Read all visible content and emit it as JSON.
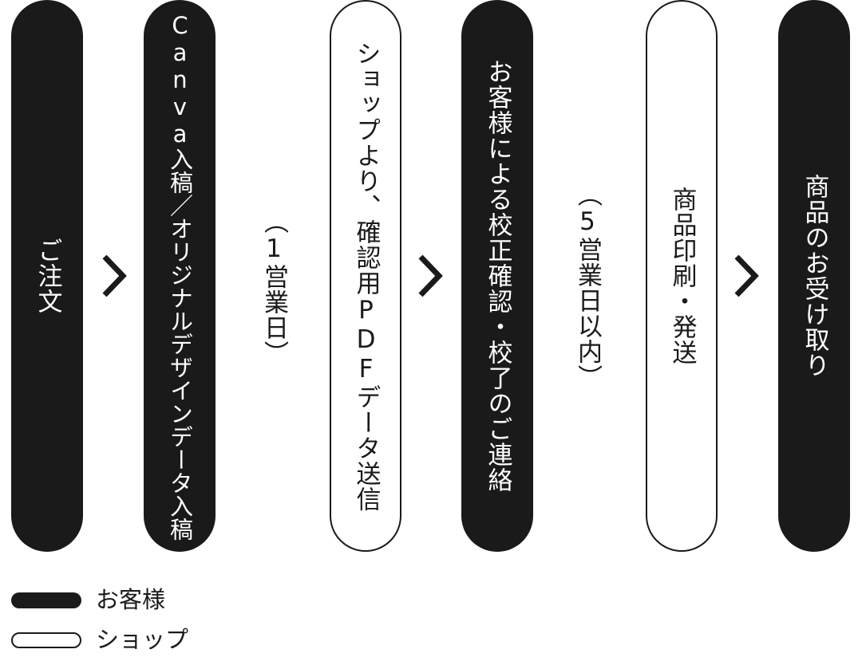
{
  "steps": [
    {
      "label": "ご注文",
      "actor": "customer"
    },
    {
      "label": "Canva入稿／オリジナルデザインデータ入稿",
      "actor": "customer"
    },
    {
      "label": "ショップより、確認用PDFデータ送信",
      "actor": "shop"
    },
    {
      "label": "お客様による校正確認・校了のご連絡",
      "actor": "customer"
    },
    {
      "label": "商品印刷・発送",
      "actor": "shop"
    },
    {
      "label": "商品のお受け取り",
      "actor": "customer"
    }
  ],
  "durations": [
    {
      "label": "（1営業日）"
    },
    {
      "label": "（5営業日以内）"
    }
  ],
  "legend": {
    "customer": "お客様",
    "shop": "ショップ"
  },
  "colors": {
    "fill": "#1a1a1a",
    "background": "#ffffff"
  },
  "icons": {
    "arrow": "chevron-right-icon"
  }
}
